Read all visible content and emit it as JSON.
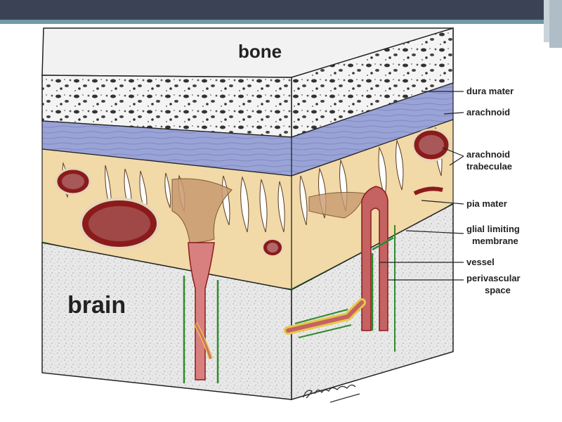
{
  "slide": {
    "colors": {
      "topbar": "#3c4255",
      "stripe": "#6f9aa8"
    }
  },
  "diagram": {
    "big_labels": {
      "bone": "bone",
      "brain": "brain"
    },
    "labels": {
      "dura_mater": "dura mater",
      "arachnoid": "arachnoid",
      "arachnoid_trabeculae_1": "arachnoid",
      "arachnoid_trabeculae_2": "trabeculae",
      "pia_mater": "pia mater",
      "glial_1": "glial limiting",
      "glial_2": "membrane",
      "vessel": "vessel",
      "perivascular_1": "perivascular",
      "perivascular_2": "space"
    },
    "signature": "Bischoff",
    "colors": {
      "bone": "#f4f4f4",
      "dura": "#9aa3d6",
      "subarachnoid": "#f1d9a8",
      "vessel_wall": "#b82020",
      "pia": "#2f8a2f",
      "brain": "#e6e6e6"
    }
  }
}
